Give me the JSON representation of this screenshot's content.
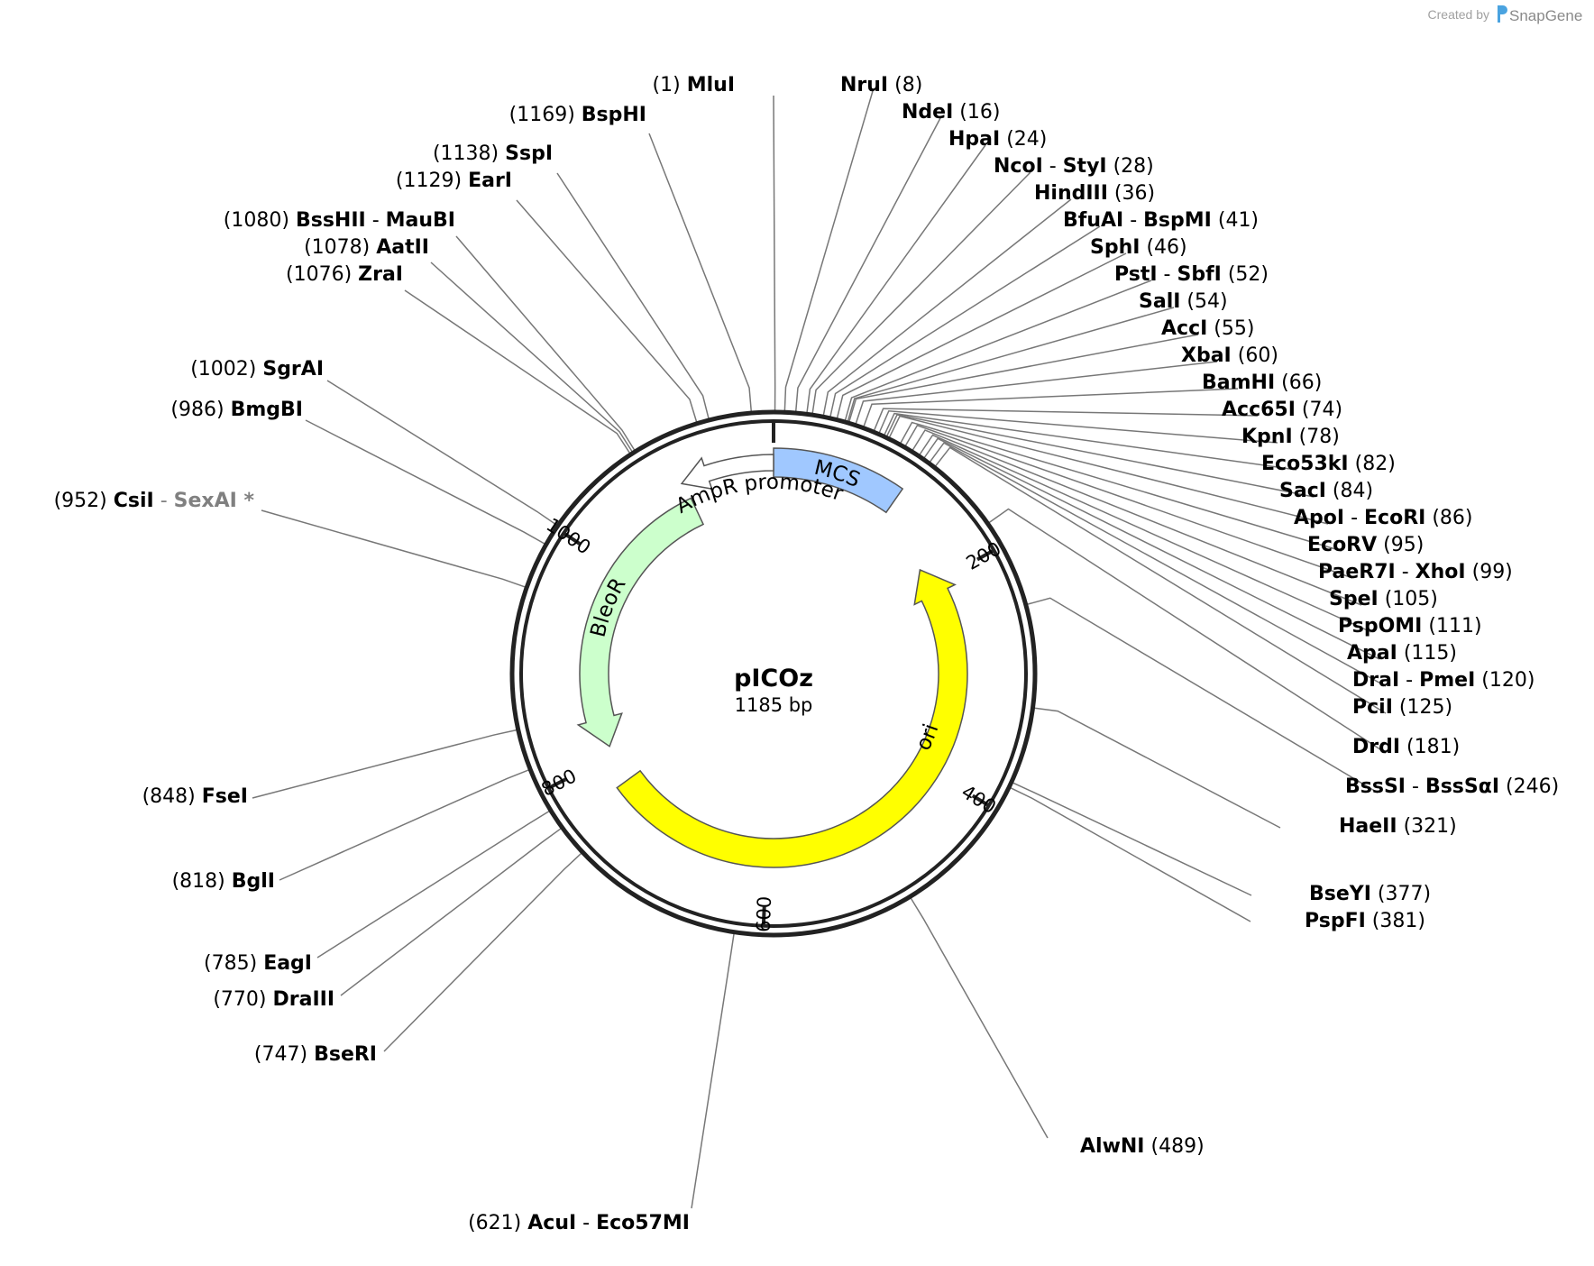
{
  "plasmid": {
    "name": "pICOz",
    "length_label": "1185 bp",
    "length": 1185
  },
  "credit": {
    "prefix": "Created by",
    "brand": "SnapGene",
    "logo_icon": "snapgene-logo-icon"
  },
  "colors": {
    "backbone": "#222222",
    "leader": "#777777",
    "mcs": "#a0c8ff",
    "ori": "#ffff00",
    "bleor": "#ccffcc",
    "promoter": "#ffffff",
    "noncutter": "#808080"
  },
  "ticks": [
    {
      "pos": 200,
      "label": "200"
    },
    {
      "pos": 400,
      "label": "400"
    },
    {
      "pos": 600,
      "label": "600"
    },
    {
      "pos": 800,
      "label": "800"
    },
    {
      "pos": 1000,
      "label": "1000"
    }
  ],
  "features": [
    {
      "name": "MCS",
      "start": 1,
      "end": 120,
      "direction": "none",
      "color": "#a0c8ff"
    },
    {
      "name": "ori",
      "start": 180,
      "end": 768,
      "direction": "reverse",
      "color": "#ffff00"
    },
    {
      "name": "BleoR",
      "start": 808,
      "end": 1102,
      "direction": "reverse",
      "color": "#ccffcc"
    },
    {
      "name": "AmpR promoter",
      "start": 1,
      "end": 1150,
      "direction": "reverse",
      "color": "#ffffff"
    }
  ],
  "sites": [
    {
      "pos": "1",
      "names": [
        "MluI"
      ],
      "side": "left",
      "anchor": 1
    },
    {
      "pos": "8",
      "names": [
        "NruI"
      ],
      "side": "right",
      "anchor": 8
    },
    {
      "pos": "16",
      "names": [
        "NdeI"
      ],
      "side": "right",
      "anchor": 16
    },
    {
      "pos": "24",
      "names": [
        "HpaI"
      ],
      "side": "right",
      "anchor": 24
    },
    {
      "pos": "28",
      "names": [
        "NcoI",
        "StyI"
      ],
      "side": "right",
      "anchor": 28
    },
    {
      "pos": "36",
      "names": [
        "HindIII"
      ],
      "side": "right",
      "anchor": 36
    },
    {
      "pos": "41",
      "names": [
        "BfuAI",
        "BspMI"
      ],
      "side": "right",
      "anchor": 41
    },
    {
      "pos": "46",
      "names": [
        "SphI"
      ],
      "side": "right",
      "anchor": 46
    },
    {
      "pos": "52",
      "names": [
        "PstI",
        "SbfI"
      ],
      "side": "right",
      "anchor": 52
    },
    {
      "pos": "54",
      "names": [
        "SalI"
      ],
      "side": "right",
      "anchor": 54
    },
    {
      "pos": "55",
      "names": [
        "AccI"
      ],
      "side": "right",
      "anchor": 55
    },
    {
      "pos": "60",
      "names": [
        "XbaI"
      ],
      "side": "right",
      "anchor": 60
    },
    {
      "pos": "66",
      "names": [
        "BamHI"
      ],
      "side": "right",
      "anchor": 66
    },
    {
      "pos": "74",
      "names": [
        "Acc65I"
      ],
      "side": "right",
      "anchor": 74
    },
    {
      "pos": "78",
      "names": [
        "KpnI"
      ],
      "side": "right",
      "anchor": 78
    },
    {
      "pos": "82",
      "names": [
        "Eco53kI"
      ],
      "side": "right",
      "anchor": 82
    },
    {
      "pos": "84",
      "names": [
        "SacI"
      ],
      "side": "right",
      "anchor": 84
    },
    {
      "pos": "86",
      "names": [
        "ApoI",
        "EcoRI"
      ],
      "side": "right",
      "anchor": 86
    },
    {
      "pos": "95",
      "names": [
        "EcoRV"
      ],
      "side": "right",
      "anchor": 95
    },
    {
      "pos": "99",
      "names": [
        "PaeR7I",
        "XhoI"
      ],
      "side": "right",
      "anchor": 99
    },
    {
      "pos": "105",
      "names": [
        "SpeI"
      ],
      "side": "right",
      "anchor": 105
    },
    {
      "pos": "111",
      "names": [
        "PspOMI"
      ],
      "side": "right",
      "anchor": 111
    },
    {
      "pos": "115",
      "names": [
        "ApaI"
      ],
      "side": "right",
      "anchor": 115
    },
    {
      "pos": "120",
      "names": [
        "DraI",
        "PmeI"
      ],
      "side": "right",
      "anchor": 120
    },
    {
      "pos": "125",
      "names": [
        "PciI"
      ],
      "side": "right",
      "anchor": 125
    },
    {
      "pos": "181",
      "names": [
        "DrdI"
      ],
      "side": "right",
      "anchor": 181
    },
    {
      "pos": "246",
      "names": [
        "BssSI",
        "BssSαI"
      ],
      "side": "right",
      "anchor": 246
    },
    {
      "pos": "321",
      "names": [
        "HaeII"
      ],
      "side": "right",
      "anchor": 321
    },
    {
      "pos": "377",
      "names": [
        "BseYI"
      ],
      "side": "right",
      "anchor": 377
    },
    {
      "pos": "381",
      "names": [
        "PspFI"
      ],
      "side": "right",
      "anchor": 381
    },
    {
      "pos": "489",
      "names": [
        "AlwNI"
      ],
      "side": "right",
      "anchor": 489
    },
    {
      "pos": "621",
      "names": [
        "AcuI",
        "Eco57MI"
      ],
      "side": "left",
      "anchor": 621
    },
    {
      "pos": "747",
      "names": [
        "BseRI"
      ],
      "side": "left",
      "anchor": 747
    },
    {
      "pos": "770",
      "names": [
        "DraIII"
      ],
      "side": "left",
      "anchor": 770
    },
    {
      "pos": "785",
      "names": [
        "EagI"
      ],
      "side": "left",
      "anchor": 785
    },
    {
      "pos": "818",
      "names": [
        "BglI"
      ],
      "side": "left",
      "anchor": 818
    },
    {
      "pos": "848",
      "names": [
        "FseI"
      ],
      "side": "left",
      "anchor": 848
    },
    {
      "pos": "952",
      "names": [
        "CsiI",
        "SexAI *"
      ],
      "side": "left",
      "anchor": 952,
      "noncutter_index": 1
    },
    {
      "pos": "986",
      "names": [
        "BmgBI"
      ],
      "side": "left",
      "anchor": 986
    },
    {
      "pos": "1002",
      "names": [
        "SgrAI"
      ],
      "side": "left",
      "anchor": 1002
    },
    {
      "pos": "1076",
      "names": [
        "ZraI"
      ],
      "side": "left",
      "anchor": 1076
    },
    {
      "pos": "1078",
      "names": [
        "AatII"
      ],
      "side": "left",
      "anchor": 1078
    },
    {
      "pos": "1080",
      "names": [
        "BssHII",
        "MauBI"
      ],
      "side": "left",
      "anchor": 1080
    },
    {
      "pos": "1129",
      "names": [
        "EarI"
      ],
      "side": "left",
      "anchor": 1129
    },
    {
      "pos": "1138",
      "names": [
        "SspI"
      ],
      "side": "left",
      "anchor": 1138
    },
    {
      "pos": "1169",
      "names": [
        "BspHI"
      ],
      "side": "left",
      "anchor": 1169
    }
  ]
}
